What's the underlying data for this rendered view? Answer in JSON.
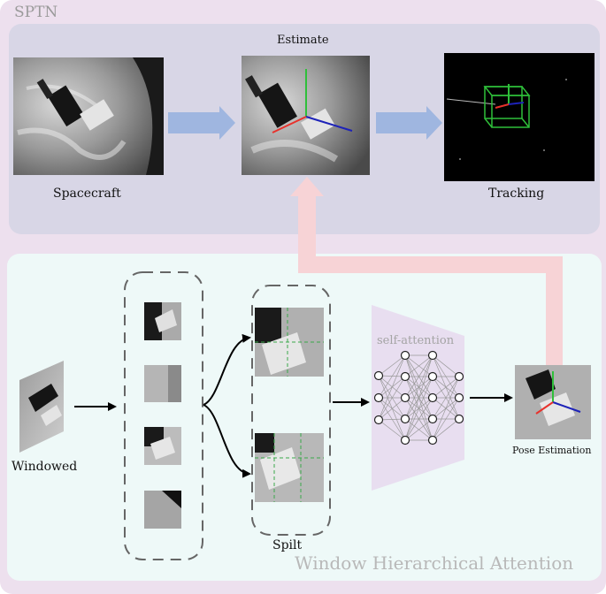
{
  "title": "SPTN",
  "top": {
    "estimate_label": "Estimate",
    "spacecraft_label": "Spacecraft",
    "tracking_label": "Tracking"
  },
  "bottom": {
    "title": "Window Hierarchical Attention",
    "windowed_label": "Windowed",
    "split_label": "Spilt",
    "self_attention_label": "self-attention",
    "pose_label": "Pose Estimation"
  },
  "colors": {
    "outer_bg": "#ede0ee",
    "top_panel": "#d8d6e6",
    "bottom_panel": "#eef9f8",
    "flow_arrow": "#9fb6e0",
    "feedback_arrow": "#f7d3d6",
    "axis_x": "#e8322c",
    "axis_y": "#2fbf3a",
    "axis_z": "#1d22b8",
    "crosshair": "#3aa84a"
  },
  "icons": [
    "spacecraft-image",
    "estimate-image",
    "tracking-image",
    "window-patch",
    "neural-network-icon"
  ]
}
